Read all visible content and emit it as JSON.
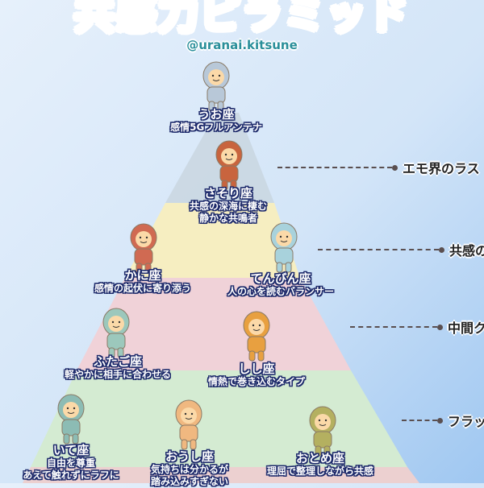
{
  "title": "共感力ピラミッド",
  "handle": "@uranai.kitsune",
  "colors": {
    "tier1": "#c9d6e0",
    "tier2": "#f6eec1",
    "tier3": "#f0d2d8",
    "tier4": "#d4ebd2",
    "tier5": "#ecd0d0"
  },
  "signs": [
    {
      "name": "うお座",
      "desc": [
        "感情5Gフルアンテナ"
      ],
      "color": "#b8c8d8"
    },
    {
      "name": "さそり座",
      "desc": [
        "共感の深海に棲む",
        "静かな共鳴者"
      ],
      "color": "#c8643e"
    },
    {
      "name": "かに座",
      "desc": [
        "感情の起伏に寄り添う"
      ],
      "color": "#d06a52"
    },
    {
      "name": "てんびん座",
      "desc": [
        "人の心を読むバランサー"
      ],
      "color": "#a8d2dc"
    },
    {
      "name": "ふたご座",
      "desc": [
        "軽やかに相手に合わせる"
      ],
      "color": "#9cc8bc"
    },
    {
      "name": "しし座",
      "desc": [
        "情熱で巻き込むタイプ"
      ],
      "color": "#e8a040"
    },
    {
      "name": "いて座",
      "desc": [
        "自由を尊重",
        "あえて触れずにラフに"
      ],
      "color": "#8cbcb4"
    },
    {
      "name": "おうし座",
      "desc": [
        "気持ちは分かるが",
        "踏み込みすぎない"
      ],
      "color": "#f0b880"
    },
    {
      "name": "おとめ座",
      "desc": [
        "理屈で整理しながら共感"
      ],
      "color": "#b4b060"
    }
  ],
  "tiers": [
    "エモ界のラス",
    "共感の",
    "中間ク",
    "フラッ"
  ]
}
